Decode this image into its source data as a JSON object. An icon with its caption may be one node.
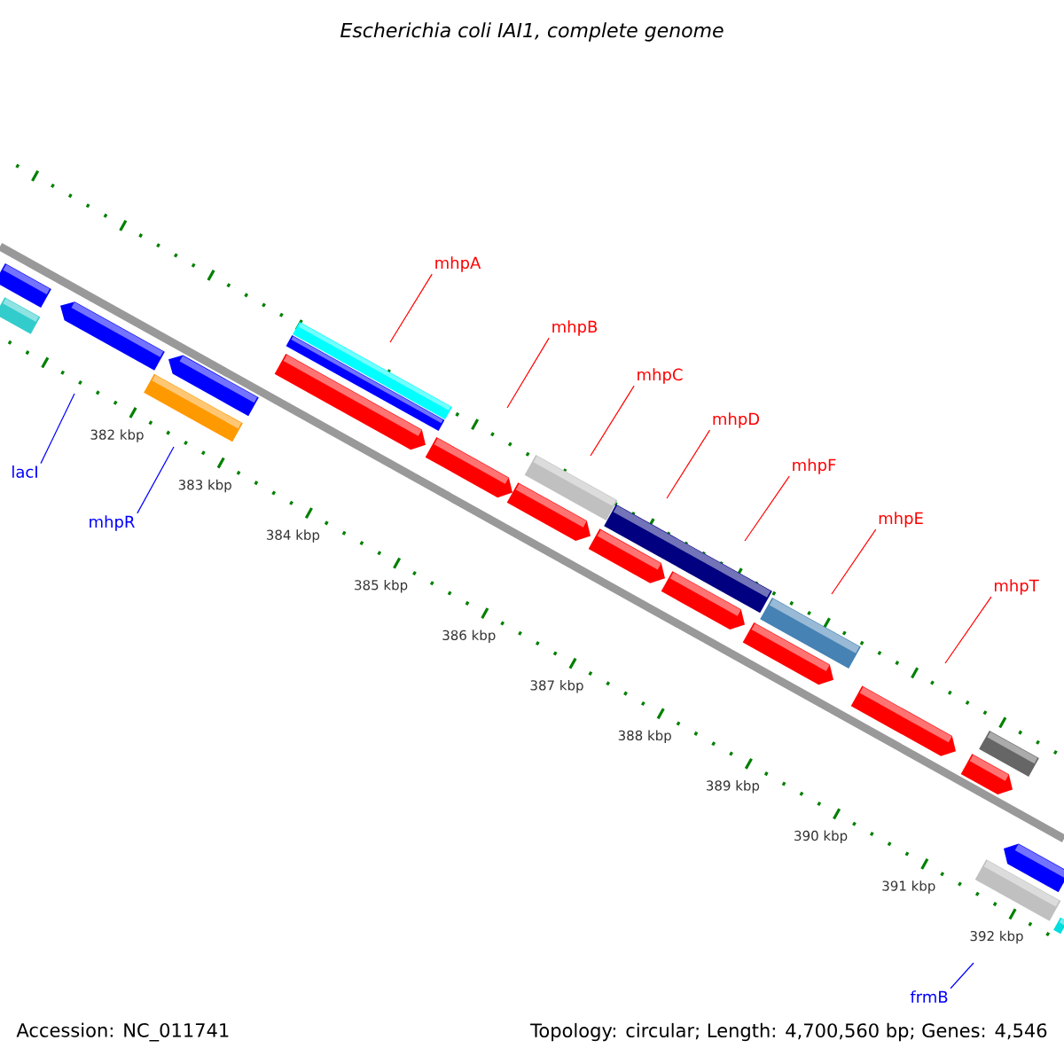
{
  "diagram": {
    "title": "Escherichia coli IAI1, complete genome",
    "nodes": [
      {
        "text": [
          "mhpA"
        ]
      },
      {
        "text": [
          "mhpB"
        ]
      },
      {
        "text": [
          "mhpC"
        ]
      },
      {
        "text": [
          "mhpD"
        ]
      },
      {
        "text": [
          "mhpF"
        ]
      },
      {
        "text": [
          "lacI"
        ]
      },
      {
        "text": [
          "mhpE"
        ]
      },
      {
        "text": [
          "mhpR"
        ]
      },
      {
        "text": [
          "mhpT"
        ]
      },
      {
        "text": [
          "frmB"
        ]
      }
    ],
    "edges": [
      {
        "from": 0,
        "to": null,
        "arrow": "none"
      },
      {
        "from": 1,
        "to": null,
        "arrow": "none"
      },
      {
        "from": 2,
        "to": null,
        "arrow": "none"
      },
      {
        "from": 3,
        "to": null,
        "arrow": "none"
      },
      {
        "from": 4,
        "to": null,
        "arrow": "none"
      },
      {
        "from": 5,
        "to": null,
        "arrow": "none",
        "color": "#0000ff"
      },
      {
        "from": 6,
        "to": null,
        "arrow": "none"
      },
      {
        "from": 7,
        "to": null,
        "arrow": "none",
        "color": "#0000ff"
      },
      {
        "from": 8,
        "to": null,
        "arrow": "none"
      },
      {
        "from": 9,
        "to": null,
        "arrow": "none",
        "color": "#0000ff"
      }
    ],
    "labels": [
      "382 kbp",
      "383 kbp",
      "384 kbp",
      "385 kbp",
      "386 kbp",
      "387 kbp",
      "388 kbp",
      "389 kbp",
      "390 kbp",
      "391 kbp",
      "392 kbp",
      "Accession: NC_011741",
      "Topology: circular; Length: 4,700,560 bp; Genes: 4,546"
    ]
  }
}
